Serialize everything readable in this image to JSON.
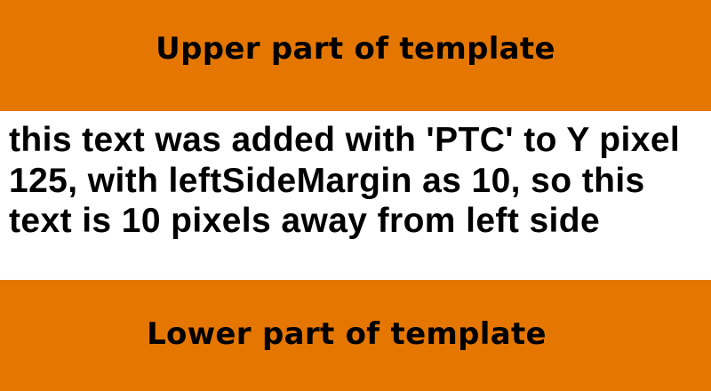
{
  "colors": {
    "template_band": "#e57700",
    "text": "#000000",
    "content_background": "#ffffff"
  },
  "template": {
    "upper_label": "Upper part of template",
    "lower_label": "Lower part of template"
  },
  "content": {
    "text": "this text was added with 'PTC' to Y pixel 125, with leftSideMargin as 10, so this text is 10 pixels away from left side"
  }
}
